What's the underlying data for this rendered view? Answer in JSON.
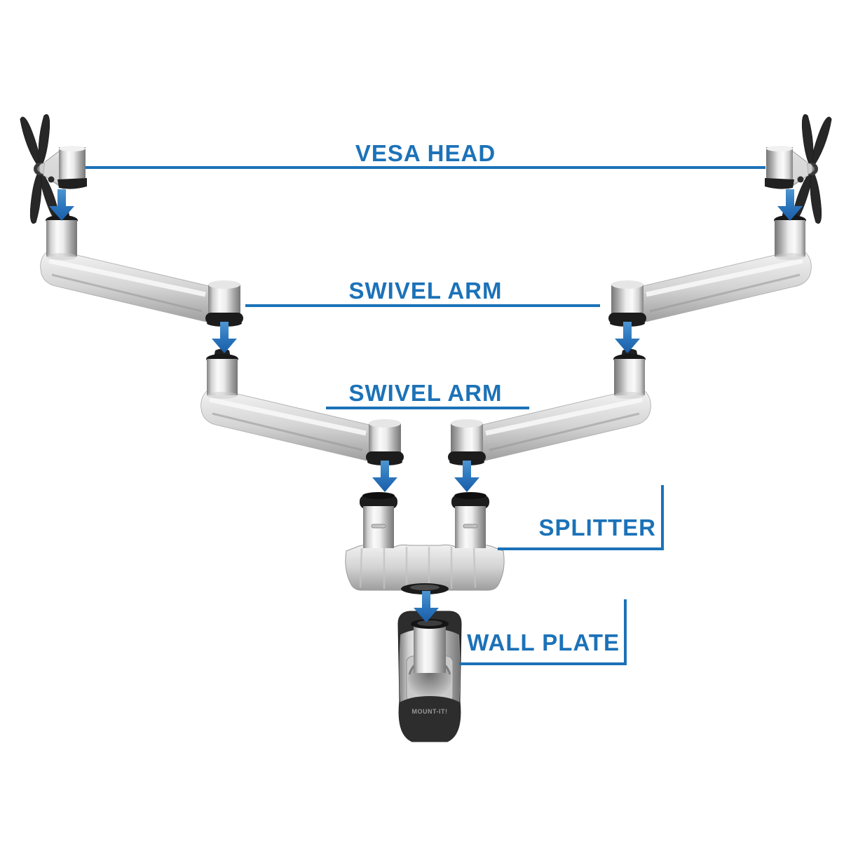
{
  "diagram": {
    "type": "exploded-assembly-diagram",
    "labels": {
      "vesa_head": "VESA HEAD",
      "swivel_arm_upper": "SWIVEL ARM",
      "swivel_arm_lower": "SWIVEL ARM",
      "splitter": "SPLITTER",
      "wall_plate": "WALL PLATE"
    },
    "brand_logo": "MOUNT-IT!",
    "colors": {
      "label_blue": "#1c72b8",
      "leader_line_blue": "#1c72b8",
      "arrow_gradient_top": "#4e95d1",
      "arrow_gradient_bottom": "#1a5da9",
      "background": "#ffffff"
    },
    "parts_depicted": [
      "vesa-head-left",
      "vesa-head-right",
      "swivel-arm-upper-left",
      "swivel-arm-upper-right",
      "swivel-arm-lower-left",
      "swivel-arm-lower-right",
      "splitter",
      "wall-plate"
    ],
    "connector_arrow_count": 7
  }
}
